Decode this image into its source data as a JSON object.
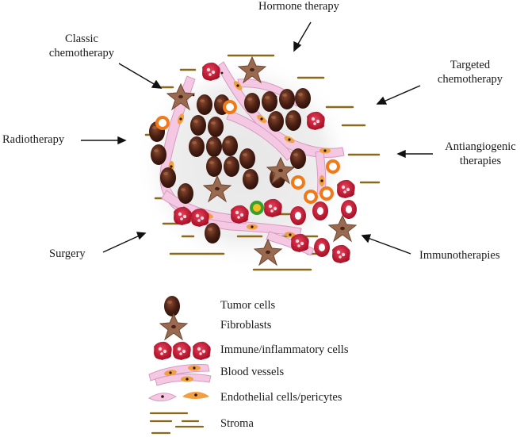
{
  "therapies": {
    "hormone": "Hormone therapy",
    "classic_1": "Classic",
    "classic_2": "chemotherapy",
    "targeted_1": "Targeted",
    "targeted_2": "chemotherapy",
    "radio": "Radiotherapy",
    "antiangio_1": "Antiangiogenic",
    "antiangio_2": "therapies",
    "surgery": "Surgery",
    "immuno": "Immunotherapies"
  },
  "legend": {
    "tumor": "Tumor cells",
    "fibro": "Fibroblasts",
    "immune": "Immune/inflammatory cells",
    "vessels": "Blood vessels",
    "endo": "Endothelial cells/pericytes",
    "stroma": "Stroma"
  },
  "colors": {
    "tumor": "#4a2014",
    "fibroblast": "#9a6a50",
    "immune": "#c8102e",
    "vessel": "#f2c6e0",
    "pericyte": "#f0a040",
    "stroma": "#8a6a1a",
    "orange_cell": "#f07a1a",
    "green_cell": "#3aa02a"
  }
}
